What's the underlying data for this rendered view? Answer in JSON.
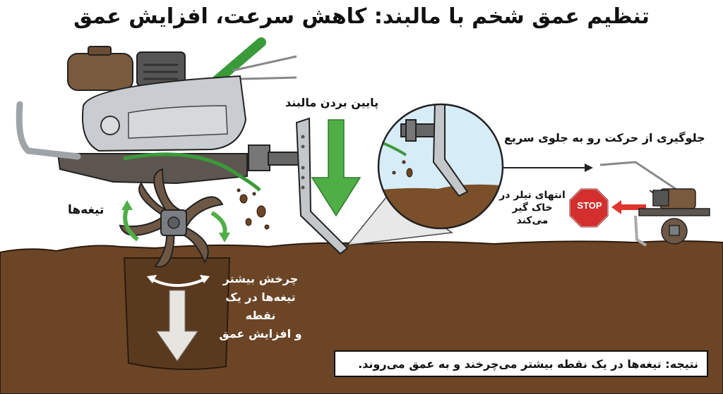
{
  "title": "تنظیم عمق شخم با مالبند: کاهش سرعت، افزایش عمق",
  "labels": {
    "lower_drag_bar": "پایین بردن مالبند",
    "prevent_forward": "جلوگیری از حرکت رو به جلوی سریع",
    "tiller_end_stuck_line1": "انتهای تیلر در",
    "tiller_end_stuck_line2": "خاک گیر می‌کند",
    "blades": "تیغه‌ها",
    "spin_more_line1": "چرخش بیشتر",
    "spin_more_line2": "تیغه‌ها در یک نقطه",
    "spin_more_line3": "و افزایش عمق",
    "stop_sign": "STOP"
  },
  "result": "نتیجه: تیغه‌ها در یک نقطه بیشتر می‌چرخند و به عمق می‌روند.",
  "colors": {
    "soil": "#6b4526",
    "soil_dark": "#5a3a1f",
    "green_arrow": "#4fae46",
    "red_arrow": "#e0342c",
    "stop_red": "#d32f2f",
    "sky": "#d6ecf7",
    "metal": "#b8bcc0",
    "engine_tank": "#7a5a3c"
  }
}
